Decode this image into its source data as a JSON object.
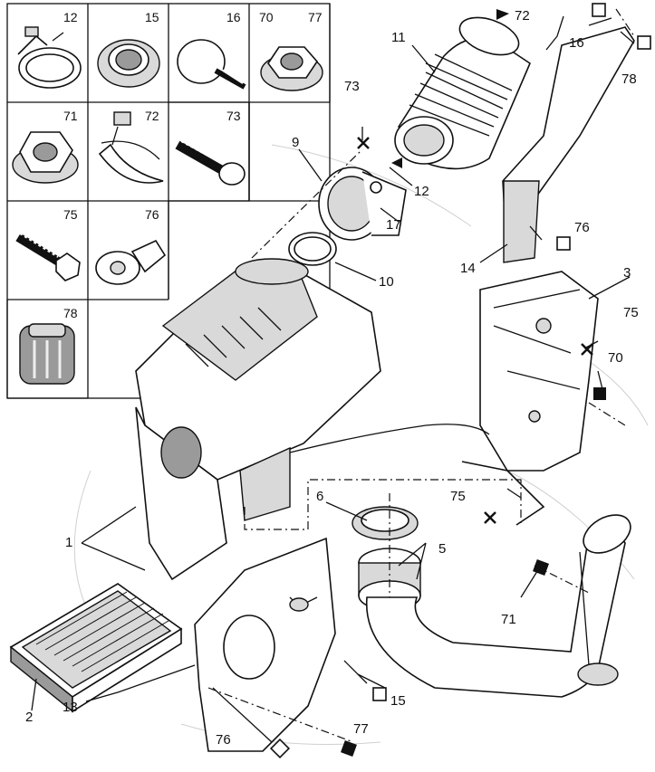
{
  "legend_grid": {
    "cells": [
      {
        "labels": [
          "12"
        ],
        "icon": "hose-clamp-icon"
      },
      {
        "labels": [
          "15"
        ],
        "icon": "grommet-icon"
      },
      {
        "labels": [
          "16"
        ],
        "icon": "push-rivet-icon"
      },
      {
        "labels": [
          "70",
          "77"
        ],
        "icon": "flange-nut-icon"
      },
      {
        "labels": [
          "71"
        ],
        "icon": "hex-nut-icon"
      },
      {
        "labels": [
          "72"
        ],
        "icon": "clamp-with-tab-icon"
      },
      {
        "labels": [
          "73"
        ],
        "icon": "self-tapping-screw-icon"
      },
      {
        "labels": [
          "75"
        ],
        "icon": "hex-bolt-icon"
      },
      {
        "labels": [
          "76"
        ],
        "icon": "plastic-rivet-icon"
      },
      {
        "labels": [
          "78"
        ],
        "icon": "plug-cap-icon"
      }
    ]
  },
  "callouts": {
    "c1": "1",
    "c2": "2",
    "c3": "3",
    "c5": "5",
    "c6": "6",
    "c9": "9",
    "c10": "10",
    "c11": "11",
    "c12": "12",
    "c13": "13",
    "c14": "14",
    "c15": "15",
    "c16": "16",
    "c17": "17",
    "c70": "70",
    "c71": "71",
    "c72": "72",
    "c73": "73",
    "c75a": "75",
    "c75b": "75",
    "c76a": "76",
    "c76b": "76",
    "c77": "77",
    "c78": "78"
  }
}
